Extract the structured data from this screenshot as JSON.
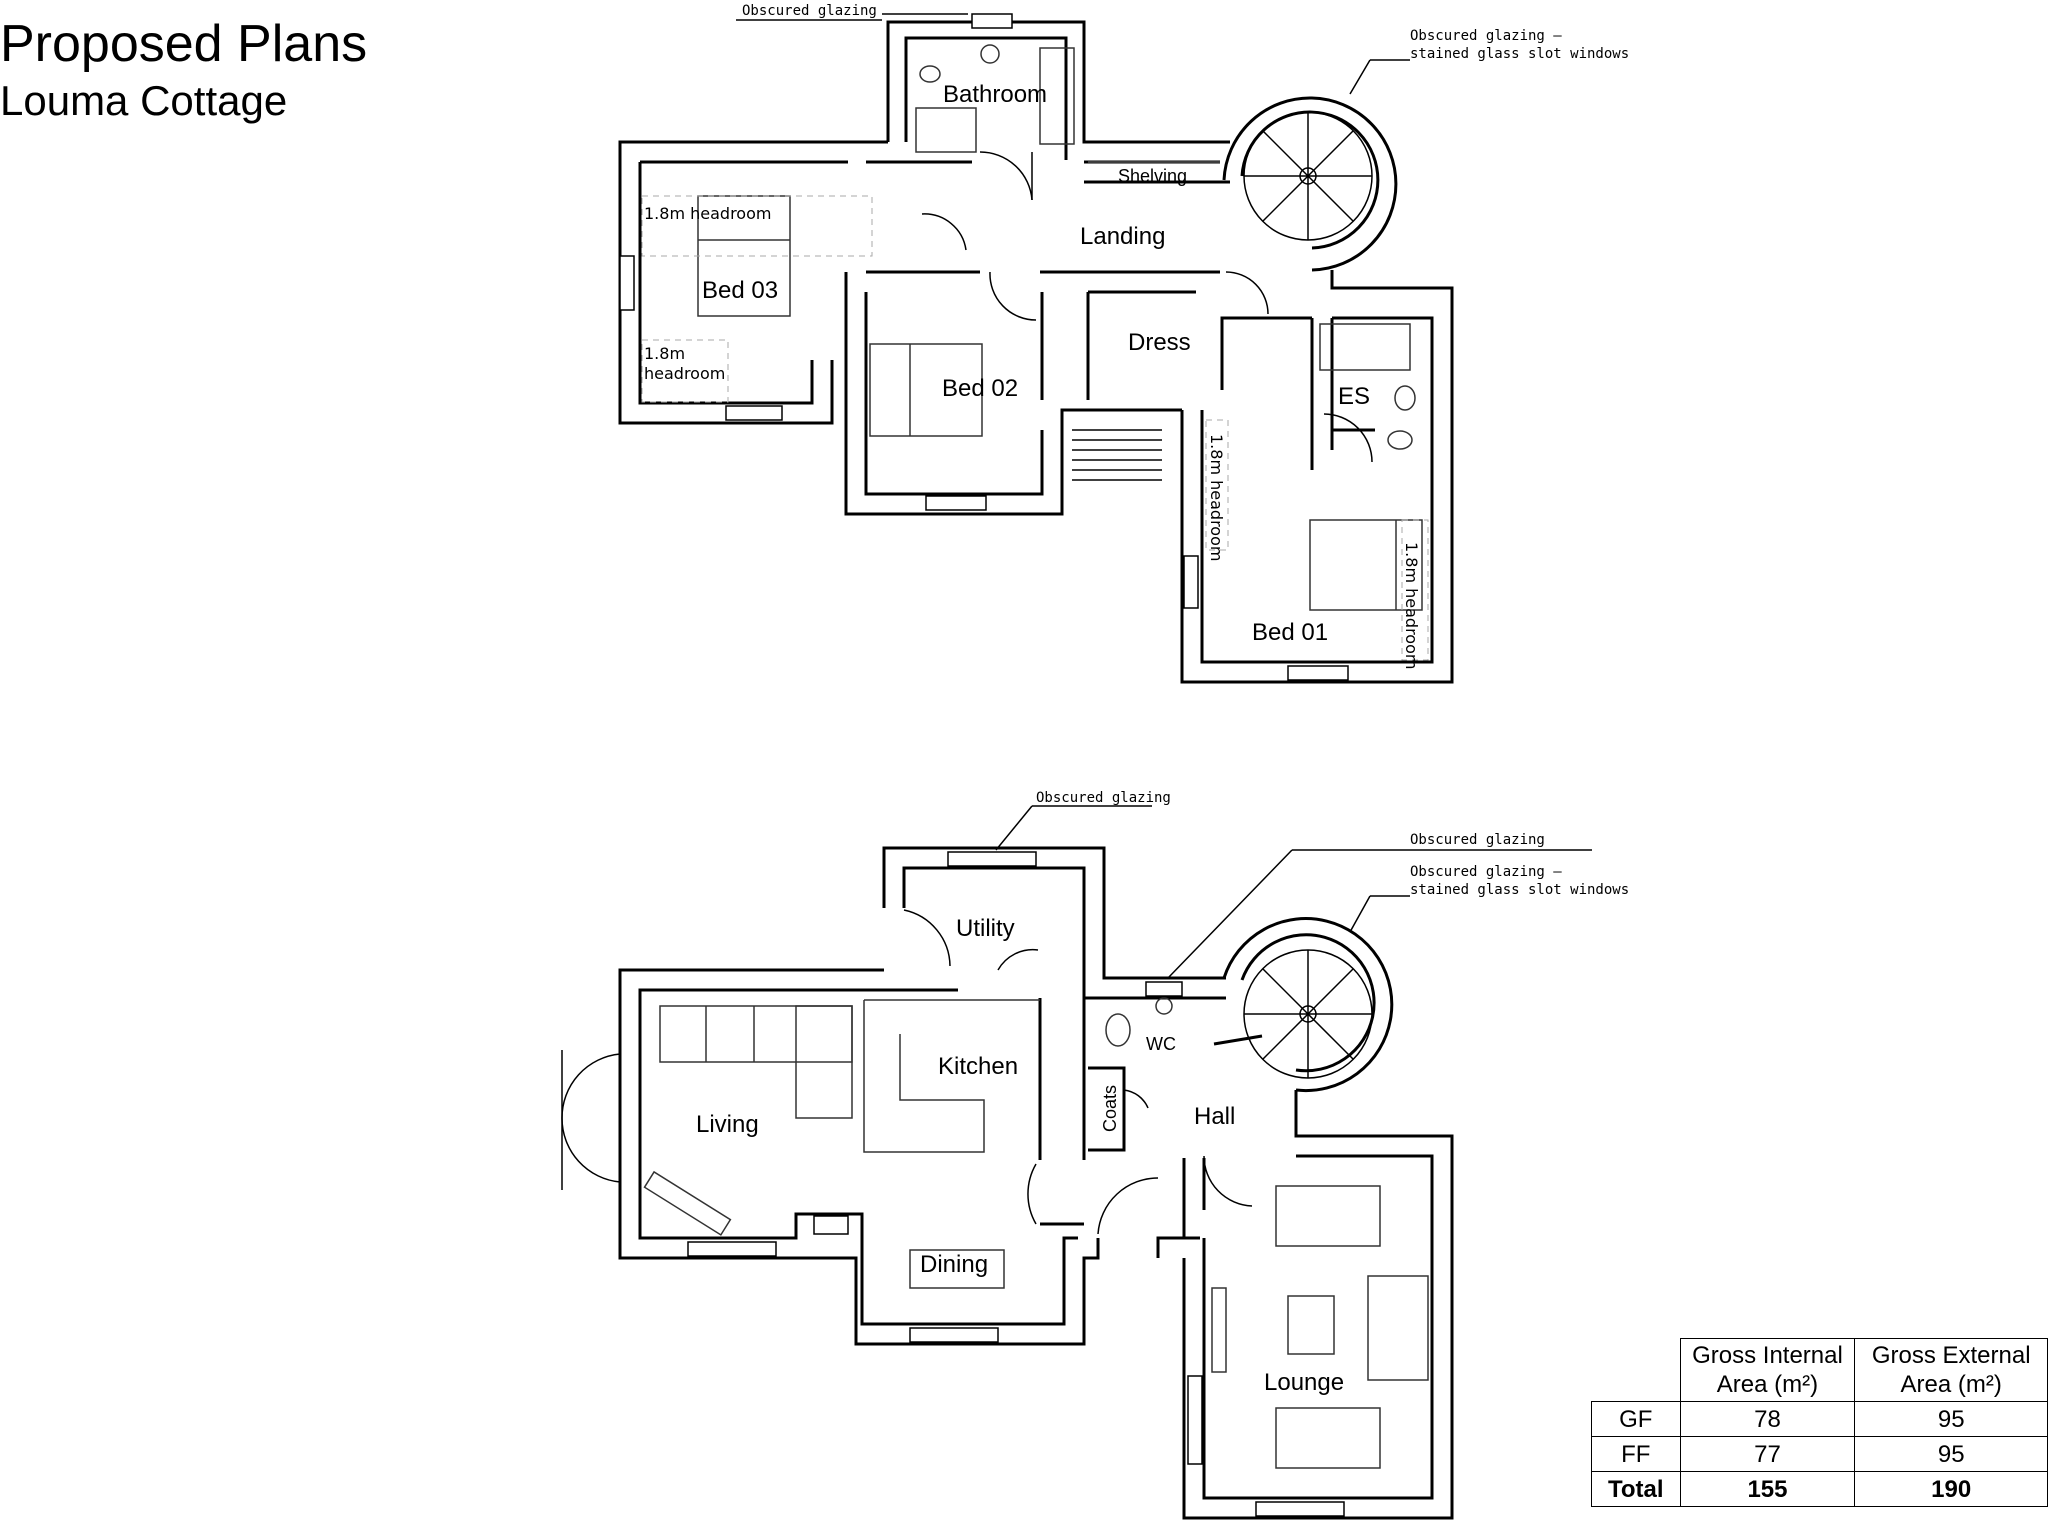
{
  "title": "Proposed Plans",
  "subtitle": "Louma Cottage",
  "first_floor": {
    "rooms": {
      "bathroom": "Bathroom",
      "shelving": "Shelving",
      "landing": "Landing",
      "bed03": "Bed 03",
      "bed02": "Bed 02",
      "dress": "Dress",
      "es": "ES",
      "bed01": "Bed 01"
    },
    "headroom_notes": {
      "bed03_top": "1.8m  headroom",
      "bed03_bottom_1": "1.8m",
      "bed03_bottom_2": "headroom",
      "bed01_left": "1.8m  headroom",
      "bed01_right": "1.8m  headroom"
    },
    "annotations": {
      "bathroom_glazing": "Obscured glazing",
      "stair_glazing_1": "Obscured glazing –",
      "stair_glazing_2": "stained glass slot windows"
    }
  },
  "ground_floor": {
    "rooms": {
      "utility": "Utility",
      "kitchen": "Kitchen",
      "living": "Living",
      "dining": "Dining",
      "wc": "WC",
      "coats": "Coats",
      "hall": "Hall",
      "lounge": "Lounge"
    },
    "annotations": {
      "utility_glazing": "Obscured glazing",
      "wc_glazing": "Obscured glazing",
      "stair_glazing_1": "Obscured glazing –",
      "stair_glazing_2": "stained glass slot windows"
    }
  },
  "area_table": {
    "headers": {
      "gia_1": "Gross Internal",
      "gia_2": "Area (m²)",
      "gea_1": "Gross External",
      "gea_2": "Area (m²)"
    },
    "rows": [
      {
        "label": "GF",
        "gia": "78",
        "gea": "95"
      },
      {
        "label": "FF",
        "gia": "77",
        "gea": "95"
      },
      {
        "label": "Total",
        "gia": "155",
        "gea": "190"
      }
    ]
  }
}
